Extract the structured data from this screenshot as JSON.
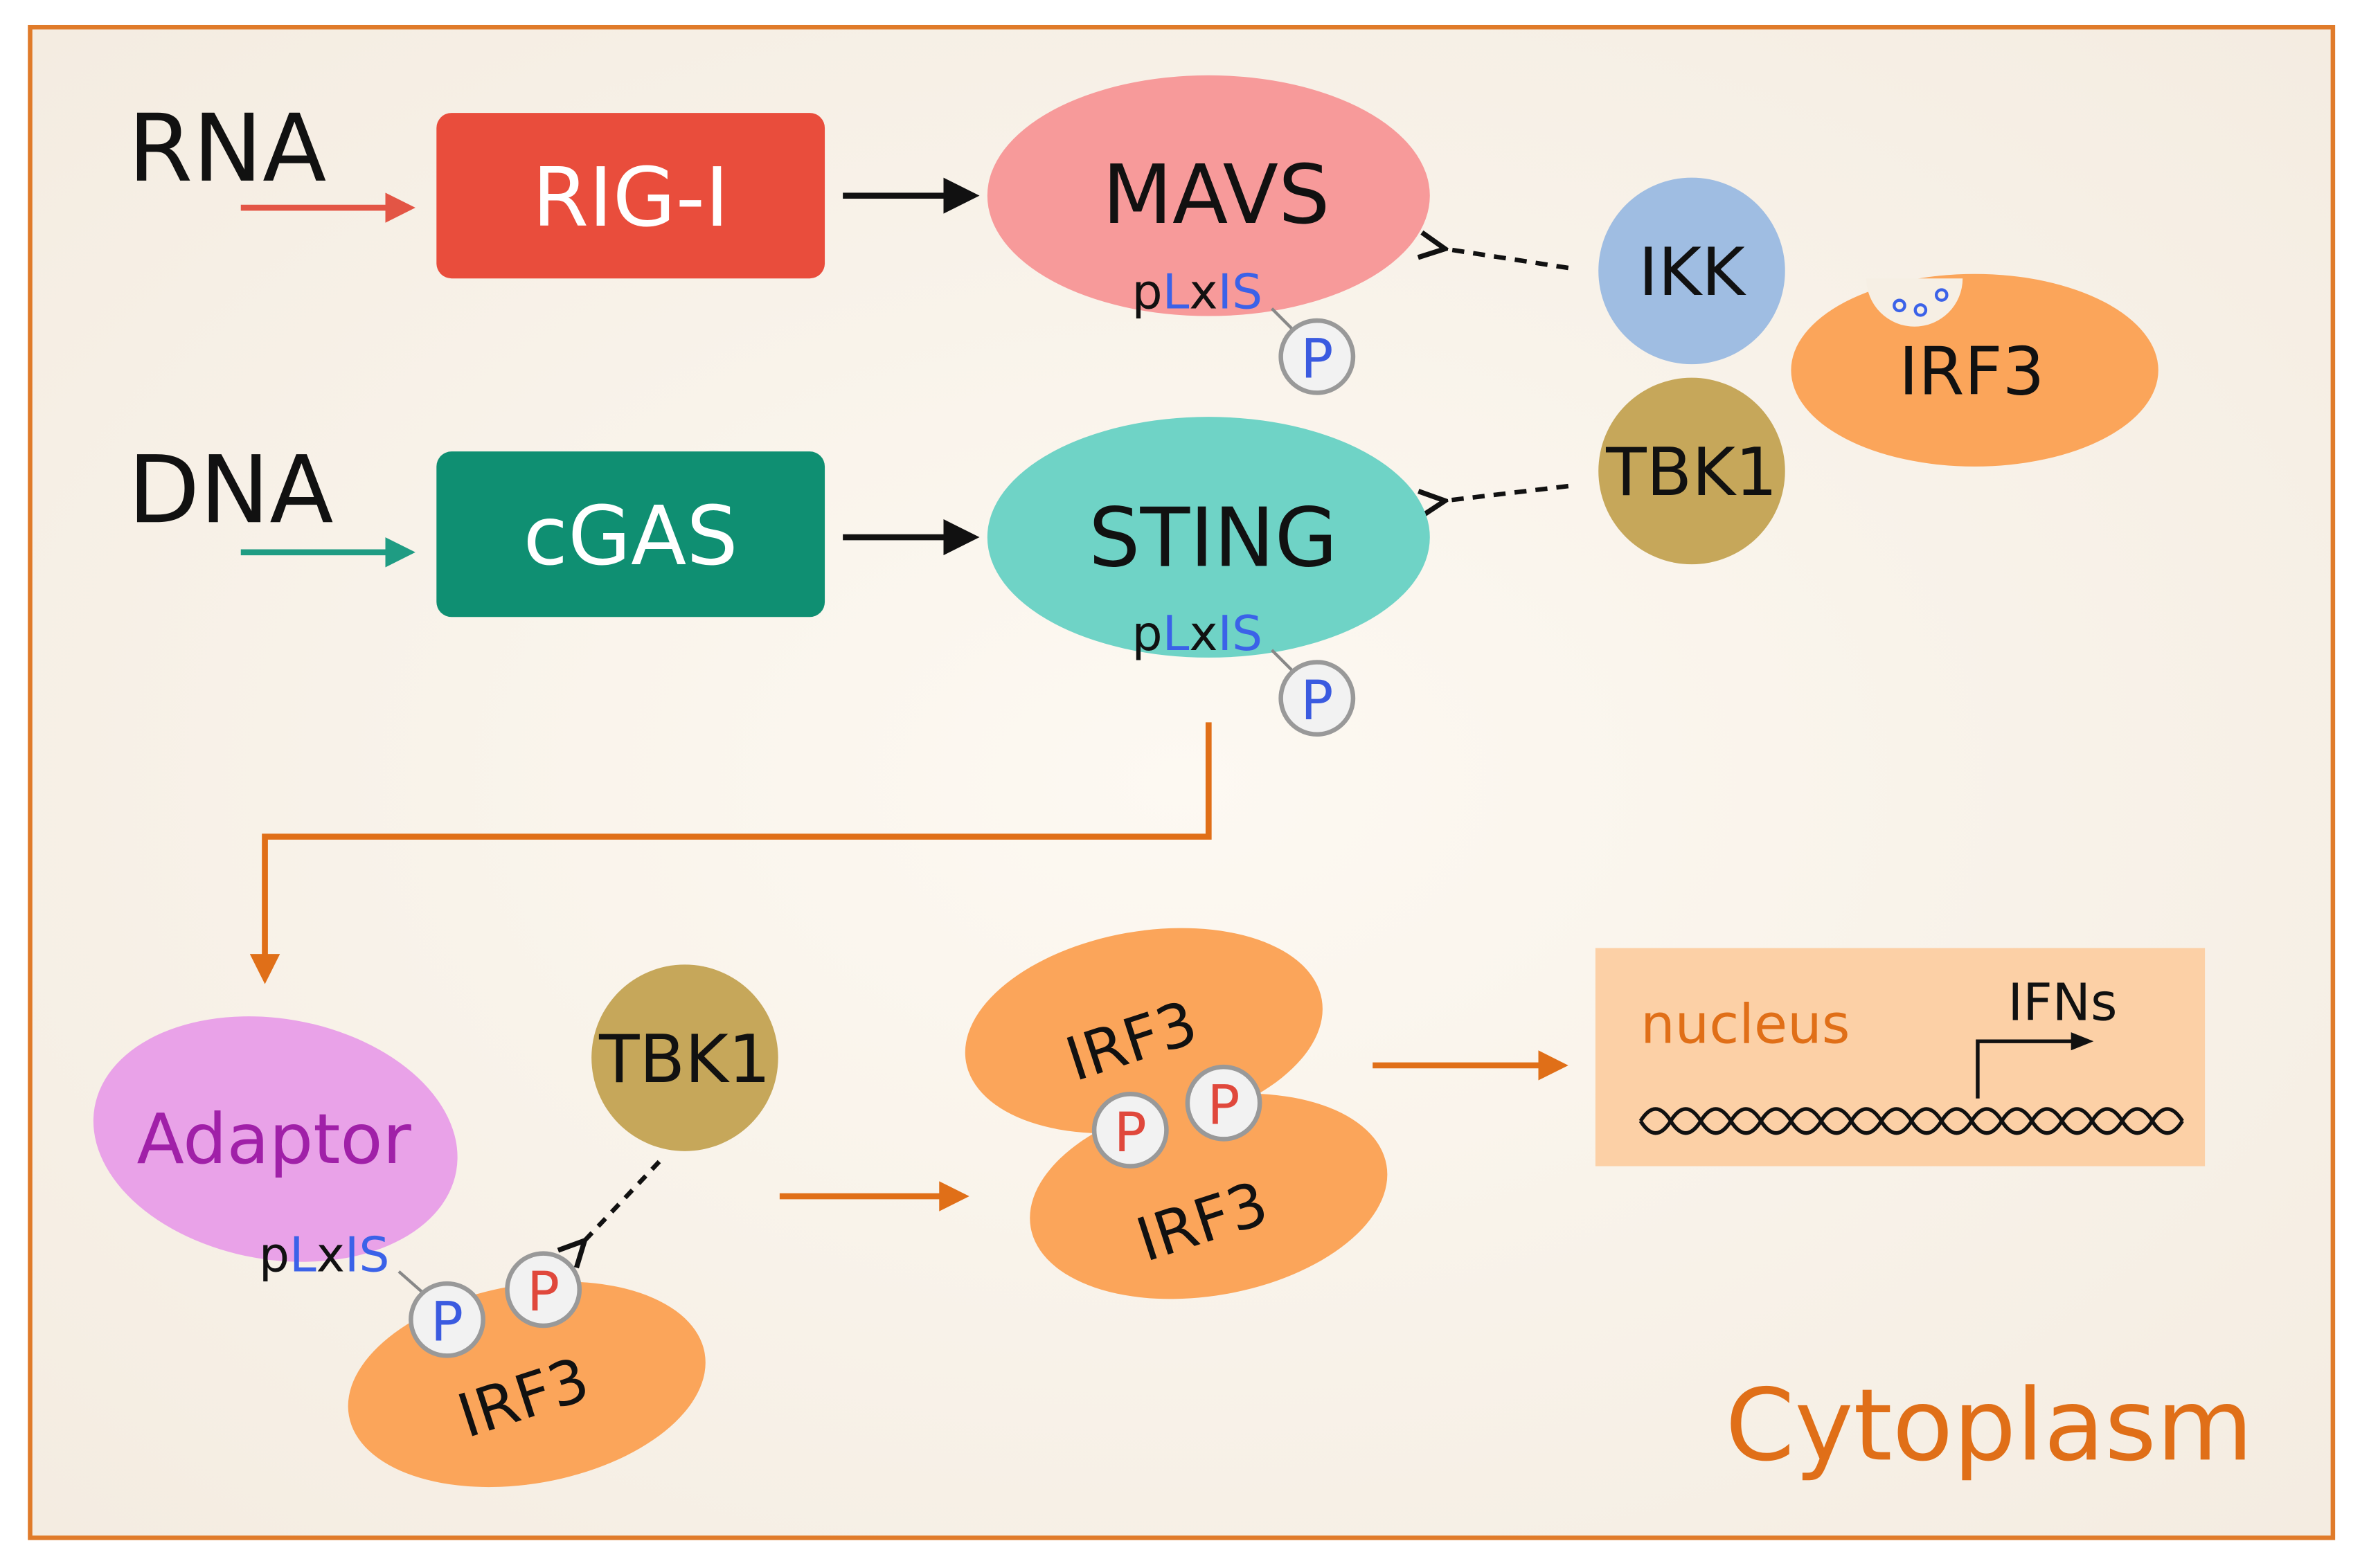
{
  "inputs": {
    "rna": "RNA",
    "dna": "DNA"
  },
  "sensors": {
    "rig_i": "RIG-I",
    "cgas": "cGAS"
  },
  "adaptors": {
    "mavs": "MAVS",
    "sting": "STING",
    "generic": "Adaptor"
  },
  "motif": {
    "p": "p",
    "l": "L",
    "x": "x",
    "is": "IS"
  },
  "kinases": {
    "ikk": "IKK",
    "tbk1": "TBK1"
  },
  "irf3": "IRF3",
  "phospho": "P",
  "nucleus": {
    "label": "nucleus",
    "output": "IFNs"
  },
  "compartment": "Cytoplasm",
  "colors": {
    "border": "#e07b2a",
    "background": "#f6efe4",
    "rna_arrow": "#e35545",
    "dna_arrow": "#1f9c83",
    "rig_i": "#e94d3c",
    "cgas": "#0f8f72",
    "mavs": "#f79a9a",
    "sting": "#6fd3c6",
    "ikk": "#9fbde2",
    "tbk1": "#c6a75a",
    "irf3": "#fba55a",
    "adaptor": "#e9a2e8",
    "adaptor_text": "#a020a8",
    "flow_arrow": "#e06f18",
    "motif_blue": "#3b62e8",
    "nucleus_box": "#fcd0a6",
    "p_blue": "#3b5be0",
    "p_red": "#e0483c"
  }
}
